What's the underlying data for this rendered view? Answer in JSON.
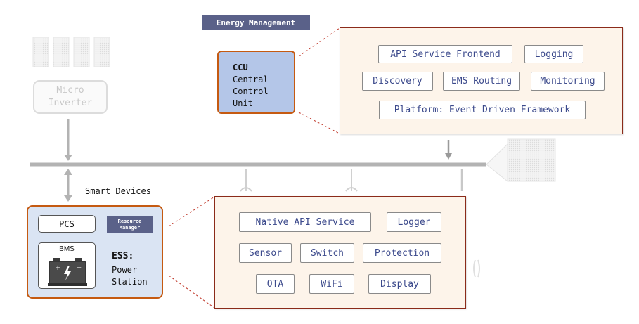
{
  "energy_management": {
    "title": "Energy Management",
    "ccu": {
      "line1": "CCU",
      "line2": "Central",
      "line3": "Control",
      "line4": "Unit"
    },
    "services": [
      "API Service Frontend",
      "Logging",
      "Discovery",
      "EMS Routing",
      "Monitoring",
      "Platform: Event Driven Framework"
    ]
  },
  "micro_inverter": {
    "line1": "Micro",
    "line2": "Inverter"
  },
  "smart_devices_label": "Smart Devices",
  "ess": {
    "pcs": "PCS",
    "resource_manager": {
      "line1": "Resource",
      "line2": "Manager"
    },
    "bms": "BMS",
    "title": "ESS:",
    "subtitle1": "Power",
    "subtitle2": "Station",
    "components": [
      "Native API Service",
      "Logger",
      "Sensor",
      "Switch",
      "Protection",
      "OTA",
      "WiFi",
      "Display"
    ]
  },
  "colors": {
    "accent_border": "#c55a11",
    "panel_border": "#8b2b1a",
    "ccu_fill": "#b4c6e8",
    "tag_fill": "#5a6189",
    "pill_text": "#3c4a8c"
  }
}
